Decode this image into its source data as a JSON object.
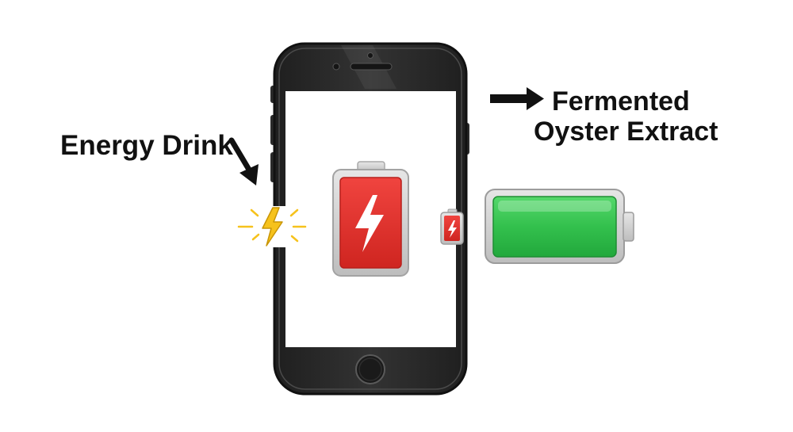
{
  "labels": {
    "left": "Energy Drink",
    "right_line1": "Fermented",
    "right_line2": "Oyster Extract"
  },
  "battery_levels": {
    "phone_screen": 1.0,
    "side_small": 1.0,
    "external_large": 1.0
  },
  "colors": {
    "phone_body": "#2b2b2b",
    "phone_bezel": "#3a3a3a",
    "screen": "#ffffff",
    "battery_red": "#e02e2a",
    "battery_green": "#2ec24a",
    "battery_frame": "#c9c9c9",
    "bolt_yellow": "#f6c21c",
    "arrow": "#111111"
  },
  "icons": {
    "lightning": "lightning-bolt-icon",
    "arrow_left": "arrow-down-right-icon",
    "arrow_right": "arrow-right-icon"
  }
}
